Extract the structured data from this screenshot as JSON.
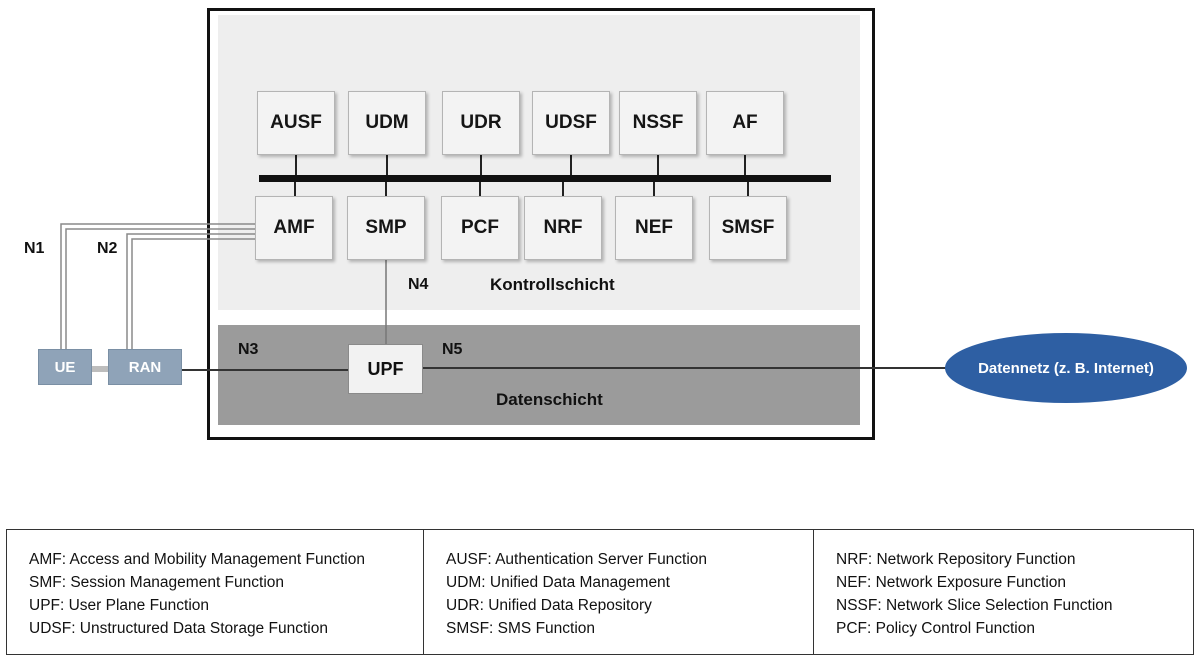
{
  "diagram": {
    "control_functions_top": [
      "AUSF",
      "UDM",
      "UDR",
      "UDSF",
      "NSSF",
      "AF"
    ],
    "control_functions_bottom": [
      "AMF",
      "SMP",
      "PCF",
      "NRF",
      "NEF",
      "SMSF"
    ],
    "control_layer_label": "Kontrollschicht",
    "data_layer_label": "Datenschicht",
    "ue": "UE",
    "ran": "RAN",
    "upf": "UPF",
    "data_network": "Datennetz (z. B. Internet)",
    "interfaces": {
      "n1": "N1",
      "n2": "N2",
      "n3": "N3",
      "n4": "N4",
      "n5": "N5"
    }
  },
  "legend": {
    "columns": [
      [
        "AMF: Access and Mobility Management Function",
        "SMF: Session Management Function",
        "UPF: User Plane Function",
        "UDSF: Unstructured Data Storage Function"
      ],
      [
        "AUSF: Authentication Server Function",
        "UDM: Unified Data Management",
        "UDR: Unified Data Repository",
        "SMSF: SMS Function"
      ],
      [
        "NRF: Network Repository Function",
        "NEF: Network Exposure Function",
        "NSSF: Network Slice Selection Function",
        "PCF: Policy Control Function"
      ]
    ]
  }
}
